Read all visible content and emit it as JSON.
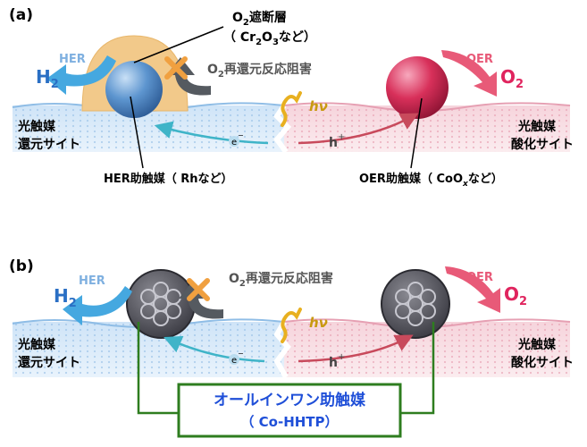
{
  "panel_a": {
    "tag": "(a)",
    "blocking_layer_line1": "O2遮断層",
    "blocking_layer_line1_main": "O",
    "blocking_layer_line1_sub": "2",
    "blocking_layer_line1_rest": "遮断層",
    "blocking_layer_line2_open": "（ Cr",
    "blocking_layer_line2_sub1": "2",
    "blocking_layer_line2_mid": "O",
    "blocking_layer_line2_sub2": "3",
    "blocking_layer_line2_close": "など）",
    "her_label": "HER",
    "h2_main": "H",
    "h2_sub": "2",
    "o2_reduction_main": "O",
    "o2_reduction_sub": "2",
    "o2_reduction_rest": "再還元反応阻害",
    "oer_label": "OER",
    "o2_main": "O",
    "o2_sub": "2",
    "hv": "hν",
    "electron": "e",
    "electron_sup": "−",
    "hole": "h",
    "hole_sup": "+",
    "reduction_site_line1": "光触媒",
    "reduction_site_line2": "還元サイト",
    "oxidation_site_line1": "光触媒",
    "oxidation_site_line2": "酸化サイト",
    "her_cocatalyst": "HER助触媒（ Rhなど）",
    "oer_cocatalyst_pre": "OER助触媒（ CoO",
    "oer_cocatalyst_sub": "x",
    "oer_cocatalyst_post": "など）"
  },
  "panel_b": {
    "tag": "(b)",
    "her_label": "HER",
    "h2_main": "H",
    "h2_sub": "2",
    "o2_reduction_main": "O",
    "o2_reduction_sub": "2",
    "o2_reduction_rest": "再還元反応阻害",
    "oer_label": "OER",
    "o2_main": "O",
    "o2_sub": "2",
    "hv": "hν",
    "electron": "e",
    "electron_sup": "−",
    "hole": "h",
    "hole_sup": "+",
    "reduction_site_line1": "光触媒",
    "reduction_site_line2": "還元サイト",
    "oxidation_site_line1": "光触媒",
    "oxidation_site_line2": "酸化サイト",
    "allinone_line1": "オールインワン助触媒",
    "allinone_line2": "（ Co-HHTP）"
  },
  "colors": {
    "h2": "#2a6fc4",
    "her_arrow": "#45a8e0",
    "o2": "#e0245e",
    "oer_arrow": "#e85a78",
    "blocking_layer": "#f2c98a",
    "her_sphere": "#4f88c8",
    "oer_sphere": "#d8305a",
    "allinone_text": "#1f4fd8",
    "allinone_frame": "#2e7d1f",
    "cross": "#f0a040",
    "hv": "#e8b020"
  }
}
